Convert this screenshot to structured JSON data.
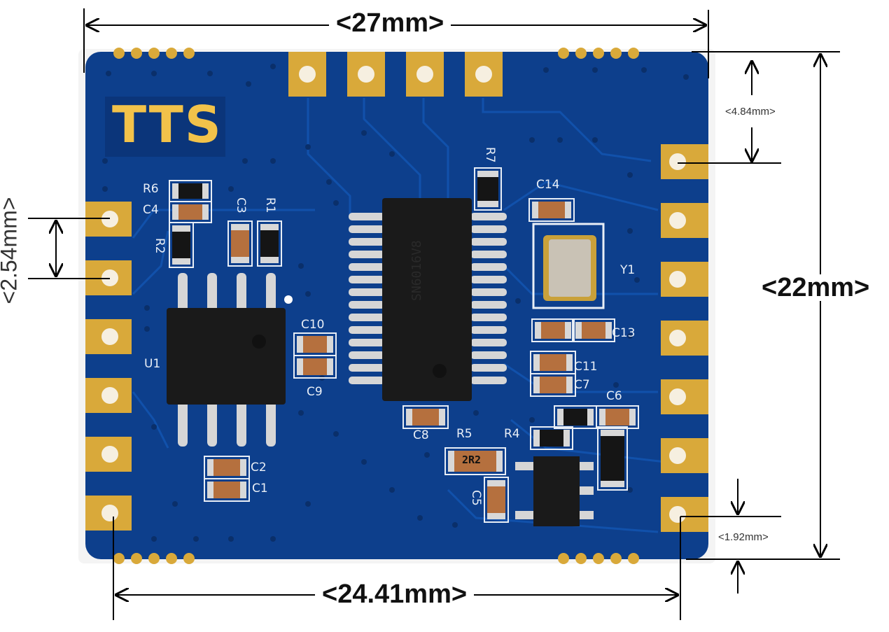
{
  "module": {
    "logo_text": "TTS",
    "chip_marking": "SN6016V8",
    "resistor_value": "2R2",
    "colors": {
      "pcb_blue": "#0d3f8c",
      "pcb_trace": "#0f4aa0",
      "gold": "#d9a93a",
      "silkscreen": "#e8eef6",
      "chip_black": "#1a1a1a",
      "crystal_silver": "#c9c2b5",
      "dimension_line": "#000000"
    }
  },
  "dimensions": {
    "width_top": "<27mm>",
    "height_right": "<22mm>",
    "width_bottom": "<24.41mm>",
    "pitch_left": "<2.54mm>",
    "top_pin_offset": "<4.84mm>",
    "bottom_pin_offset": "<1.92mm>"
  },
  "silkscreen": {
    "r6": "R6",
    "c4": "C4",
    "r2": "R2",
    "c3": "C3",
    "r1": "R1",
    "u1": "U1",
    "c10": "C10",
    "c9": "C9",
    "r7": "R7",
    "c14": "C14",
    "y1": "Y1",
    "c13": "C13",
    "c11": "C11",
    "c7": "C7",
    "c6": "C6",
    "c8": "C8",
    "r5": "R5",
    "r4": "R4",
    "c2": "C2",
    "c1": "C1",
    "c5": "C5"
  }
}
